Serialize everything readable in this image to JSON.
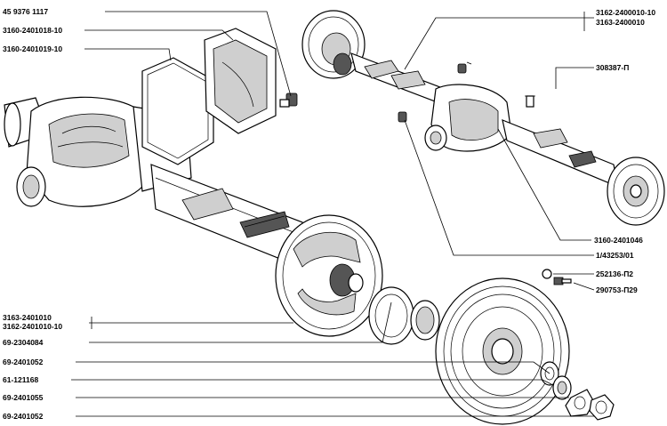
{
  "labels_left": {
    "l1": "45  9376  1117",
    "l2": "3160-2401018-10",
    "l3": "3160-2401019-10",
    "l4a": "3163-2401010",
    "l4b": "3162-2401010-10",
    "l5": "69-2304084",
    "l6": "69-2401052",
    "l7": "61-121168",
    "l8": "69-2401055",
    "l9": "69-2401052"
  },
  "labels_right": {
    "r1a": "3162-2400010-10",
    "r1b": "3163-2400010",
    "r2": "308387-П",
    "r3": "3160-2401046",
    "r4": "1/43253/01",
    "r5": "252136-П2",
    "r6": "290753-П29"
  }
}
